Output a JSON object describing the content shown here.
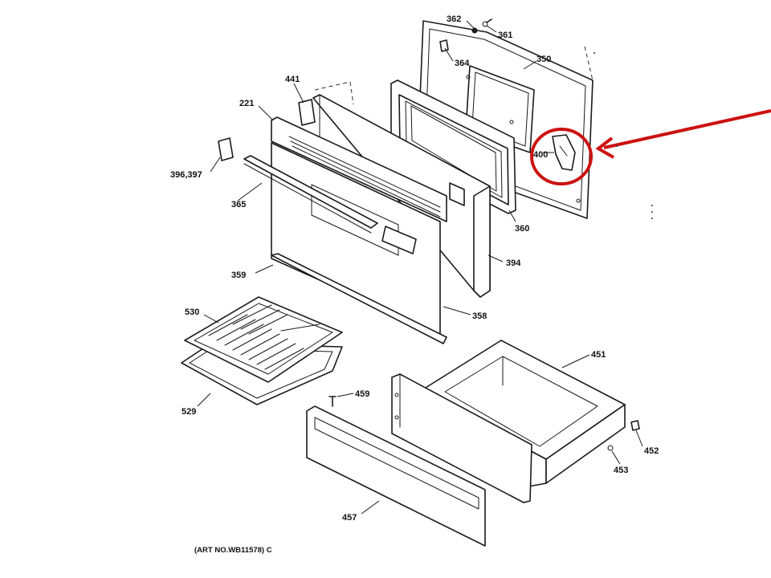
{
  "diagram": {
    "labels": {
      "p362": "362",
      "p361": "361",
      "p364": "364",
      "p350": "350",
      "p441": "441",
      "p221": "221",
      "p400": "400",
      "p396": "396,397",
      "p365": "365",
      "p360": "360",
      "p394": "394",
      "p359": "359",
      "p358": "358",
      "p530": "530",
      "p451": "451",
      "p529": "529",
      "p459": "459",
      "p452": "452",
      "p453": "453",
      "p457": "457"
    },
    "art_number": "(ART NO.WB11578) C",
    "highlight_color": "#cc1111"
  }
}
